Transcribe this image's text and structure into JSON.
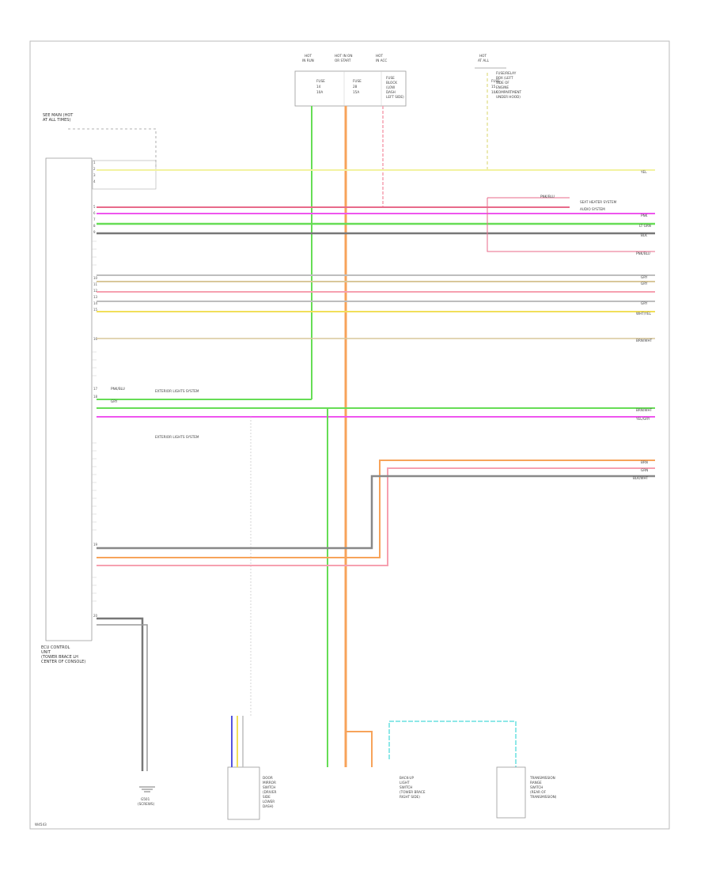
{
  "diagram": {
    "page_code": "W4543",
    "ecu_title": [
      "ECU CONTROL",
      "UNIT",
      "(TOWER BRACE LH",
      "CENTER OF CONSOLE)"
    ],
    "sensor_top": [
      "SEE MAIN (HOT",
      "AT ALL TIMES)"
    ],
    "fuses": [
      {
        "header": [
          "HOT",
          "IN RUN"
        ],
        "lines": [
          "FUSE",
          "14",
          "10A"
        ]
      },
      {
        "header": [
          "HOT IN ON",
          "OR START"
        ],
        "lines": [
          "FUSE",
          "28",
          "15A"
        ]
      },
      {
        "header": [
          "HOT",
          "IN ACC"
        ],
        "lines": [
          "FUSE",
          "BLOCK",
          "(LOW",
          "DASH",
          "LEFT SIDE)"
        ]
      }
    ],
    "fuse_right": {
      "header": [
        "HOT",
        "AT ALL"
      ],
      "lines": [
        "FUSE",
        "15",
        "10A"
      ],
      "side": [
        "FUSE/RELAY",
        "BOX (LEFT",
        "SIDE OF",
        "ENGINE",
        "COMPARTMENT",
        "UNDER HOOD)"
      ]
    },
    "pins_left": [
      "1",
      "2",
      "3",
      "4",
      "5",
      "6",
      "7",
      "8",
      "9",
      "10",
      "11",
      "12",
      "13",
      "14",
      "15",
      "16",
      "17",
      "18",
      "19",
      "20"
    ],
    "wires_top": [
      "YEL",
      "PNK/BLU",
      "PNK",
      "LT GRN",
      "BLK",
      "GRY",
      "GRY",
      "PNK/BLU",
      "GRY",
      "WHT/YEL",
      "BRN/WHT"
    ],
    "wires_mid": [
      "PNK/BLU",
      "GRY",
      "BRN/WHT",
      "YEL/GRY"
    ],
    "wires_low": [
      "BRN",
      "GRN",
      "BLK/WHT"
    ],
    "ref_texts": [
      "SEAT HEATER SYSTEM",
      "AUDIO SYSTEM",
      "EXTERIOR LIGHTS SYSTEM",
      "EXTERIOR LIGHTS SYSTEM"
    ],
    "ground_label": [
      "G501",
      "(SCREWS)"
    ],
    "bottom_left_component": [
      "DOOR",
      "MIRROR",
      "SWITCH",
      "(DRIVER",
      "SIDE",
      "LOWER",
      "DASH)"
    ],
    "bottom_mid_component": [
      "BACK-UP",
      "LIGHT",
      "SWITCH",
      "(TOWER BRACE",
      "RIGHT SIDE)"
    ],
    "bottom_right_component": [
      "TRANSMISSION",
      "RANGE",
      "SWITCH",
      "(REAR OF",
      "TRANSMISSION)"
    ],
    "wire_colors": {
      "yellow": "#f2f2a0",
      "pink_blue": "#e86a8a",
      "magenta": "#ee55ee",
      "green": "#66dd55",
      "black": "#777777",
      "gray": "#bdbdbd",
      "pink": "#f6a0b0",
      "brown_white": "#d9c79a",
      "orange": "#f7a35a",
      "cyan": "#8ee8e8",
      "blue": "#5555dd"
    }
  }
}
